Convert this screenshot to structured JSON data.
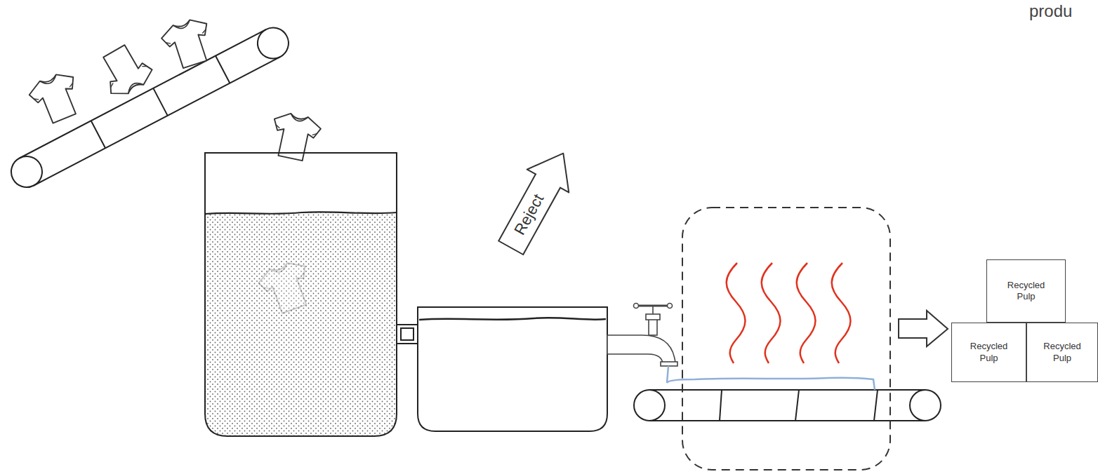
{
  "diagram": {
    "nodes": [
      {
        "text": [
          "Reject"
        ]
      },
      {
        "text": [
          "Recycled Pulp"
        ]
      },
      {
        "text": [
          "Recycled Pulp"
        ]
      },
      {
        "text": [
          "Recycled Pulp"
        ]
      }
    ],
    "labels": [
      "produ"
    ]
  }
}
